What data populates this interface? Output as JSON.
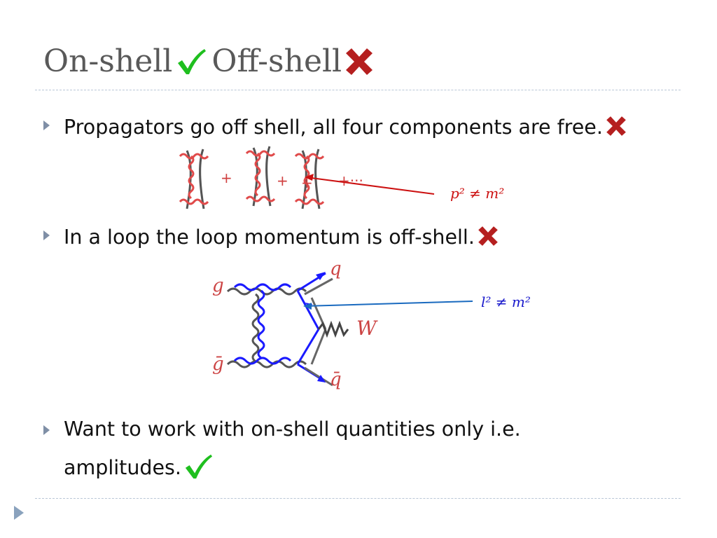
{
  "title": {
    "part1": "On-shell",
    "part2": "Off-shell",
    "colors": {
      "text": "#595959",
      "check": "#1fbf1f",
      "cross": "#b51f1f"
    }
  },
  "bullets": [
    {
      "text": "Propagators go off shell, all four components are free."
    },
    {
      "text": "In a loop the loop momentum is off-shell."
    },
    {
      "text": "Want to work with on-shell quantities only i.e.",
      "text2": "amplitudes."
    }
  ],
  "figure1": {
    "plus_signs": [
      "+",
      "+",
      "+",
      "+···"
    ],
    "label": "p² ≠ m²",
    "label_color": "#cc1111"
  },
  "figure2": {
    "labels": {
      "g_top": "g",
      "g_bottom": "ḡ",
      "q_top": "q",
      "q_bottom": "q̄",
      "W": "W"
    },
    "label": "l² ≠ m²",
    "label_color": "#1a1acc"
  },
  "icons": [
    "check-icon",
    "cross-icon",
    "bullet-arrow-icon",
    "nav-arrow-icon"
  ]
}
